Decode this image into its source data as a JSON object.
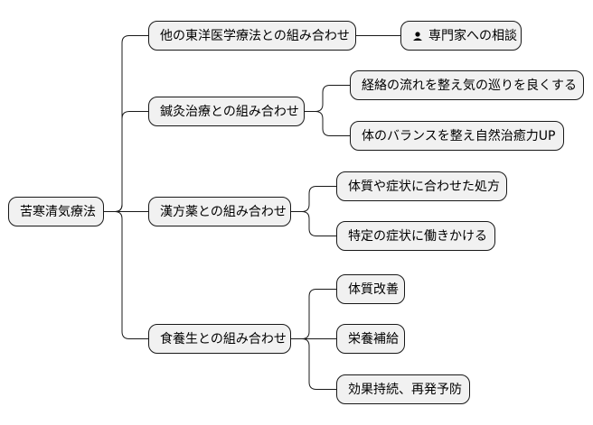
{
  "mindmap": {
    "root": {
      "label": "苦寒清気療法"
    },
    "branches": [
      {
        "label": "他の東洋医学療法との組み合わせ",
        "children": [
          {
            "label": "専門家への相談",
            "icon": "person-icon"
          }
        ]
      },
      {
        "label": "鍼灸治療との組み合わせ",
        "children": [
          {
            "label": "経絡の流れを整え気の巡りを良くする"
          },
          {
            "label": "体のバランスを整え自然治癒力UP"
          }
        ]
      },
      {
        "label": "漢方薬との組み合わせ",
        "children": [
          {
            "label": "体質や症状に合わせた処方"
          },
          {
            "label": "特定の症状に働きかける"
          }
        ]
      },
      {
        "label": "食養生との組み合わせ",
        "children": [
          {
            "label": "体質改善"
          },
          {
            "label": "栄養補給"
          },
          {
            "label": "効果持続、再発予防"
          }
        ]
      }
    ]
  },
  "colors": {
    "node_fill": "#f1f1f1",
    "node_border": "#181818",
    "connector": "#181818"
  }
}
